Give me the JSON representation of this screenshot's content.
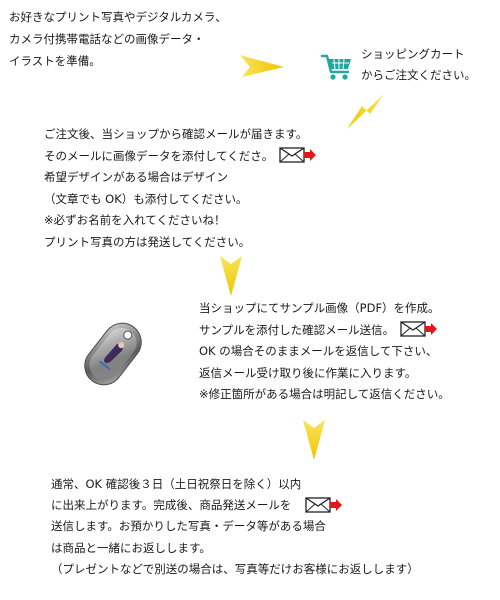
{
  "step1": {
    "lines": [
      "お好きなプリント写真やデジタルカメラ、",
      "カメラ付携帯電話などの画像データ・",
      "イラストを準備。"
    ]
  },
  "step2": {
    "lines": [
      "ショッピングカート",
      "からご注文ください。"
    ],
    "icon": "shopping-cart-icon",
    "icon_color": "#1fa7a0"
  },
  "step3": {
    "lines": [
      "ご注文後、当ショップから確認メールが届きます。",
      "そのメールに画像データを添付してくださ。",
      "希望デザインがある場合はデザイン",
      "（文章でも OK）も添付してください。",
      "※必ずお名前を入れてくださいね！",
      "プリント写真の方は発送してください。"
    ]
  },
  "step4": {
    "lines": [
      "当ショップにてサンプル画像（PDF）を作成。",
      "サンプルを添付した確認メール送信。",
      "OK の場合そのままメールを返信して下さい、",
      "返信メール受け取り後に作業に入ります。",
      "※修正箇所がある場合は明記して返信ください。"
    ]
  },
  "step5": {
    "lines": [
      "通常、OK 確認後３日（土日祝祭日を除く）以内",
      "に出来上がります。完成後、商品発送メールを",
      "送信します。お預かりした写真・データ等がある場合",
      "は商品と一緒にお返しします。",
      "（プレゼントなどで別送の場合は、写真等だけお客様にお返しします）"
    ]
  },
  "icons": {
    "arrow": "yellow-arrow-icon",
    "mail": "mail-send-icon",
    "product": "keychain-product-icon"
  },
  "colors": {
    "arrow": "#f5d21a",
    "mail_arrow": "#e4161b",
    "cart": "#1fa7a0"
  }
}
